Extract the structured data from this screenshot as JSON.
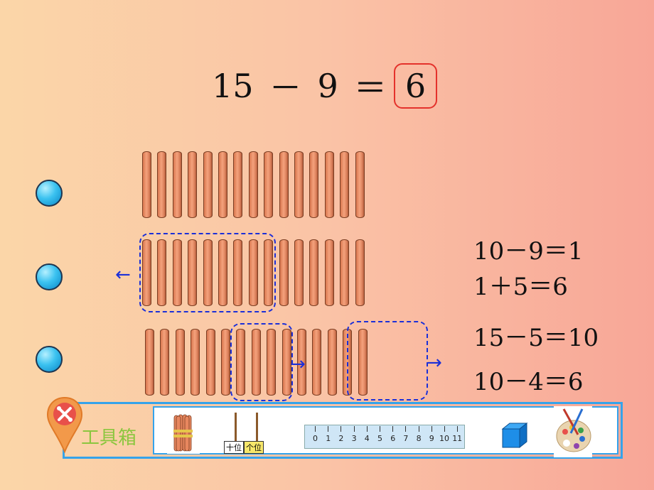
{
  "equation": {
    "a": "15",
    "op": "－",
    "b": "9",
    "eq": "＝",
    "answer": "6"
  },
  "colors": {
    "stick": "#e8875f",
    "dash": "#1b2fd8",
    "bullet": "#3bc2f0",
    "toolbar_border": "#35a3ea",
    "answer_border": "#e4312b"
  },
  "methods": [
    {
      "lines": [
        "10－9＝1",
        "1＋5＝6"
      ]
    },
    {
      "lines": [
        "15－5＝10",
        "10－4＝6"
      ]
    }
  ],
  "toolbar": {
    "label": "工具箱",
    "tools": [
      "sticks-bundle-icon",
      "abacus-icon",
      "ruler-icon",
      "cube-icon",
      "palette-icon"
    ],
    "abacus_tens": "十位",
    "abacus_ones": "个位",
    "ruler_numbers": [
      "0",
      "1",
      "2",
      "3",
      "4",
      "5",
      "6",
      "7",
      "8",
      "9",
      "10",
      "11"
    ]
  },
  "stick_rows": [
    {
      "count": 15
    },
    {
      "count": 15
    },
    {
      "count": 15
    }
  ]
}
